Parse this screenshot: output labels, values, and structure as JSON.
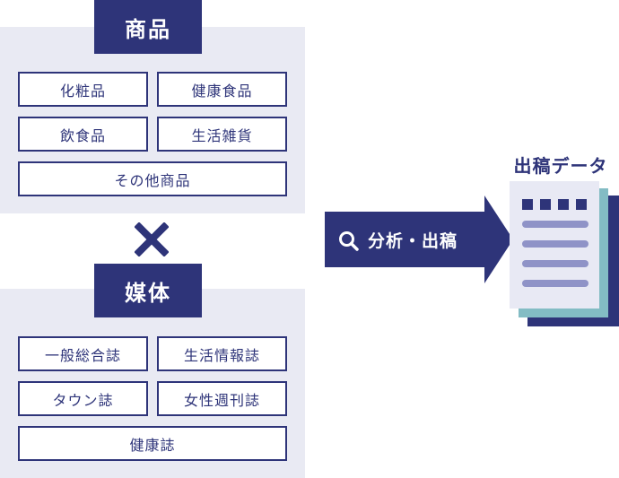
{
  "products": {
    "title": "商品",
    "items": [
      "化粧品",
      "健康食品",
      "飲食品",
      "生活雑貨",
      "その他商品"
    ]
  },
  "media": {
    "title": "媒体",
    "items": [
      "一般総合誌",
      "生活情報誌",
      "タウン誌",
      "女性週刊誌",
      "健康誌"
    ]
  },
  "multiply_icon": "times-icon",
  "process": {
    "label": "分析・出稿",
    "icon": "search-icon"
  },
  "output": {
    "title": "出稿データ",
    "icon": "document-stack-icon"
  },
  "colors": {
    "navy": "#2e3479",
    "panel": "#e9eaf3",
    "doc_page": "#e8e9f4",
    "doc_teal": "#83bcc4",
    "doc_lines": "#8f93c7"
  }
}
